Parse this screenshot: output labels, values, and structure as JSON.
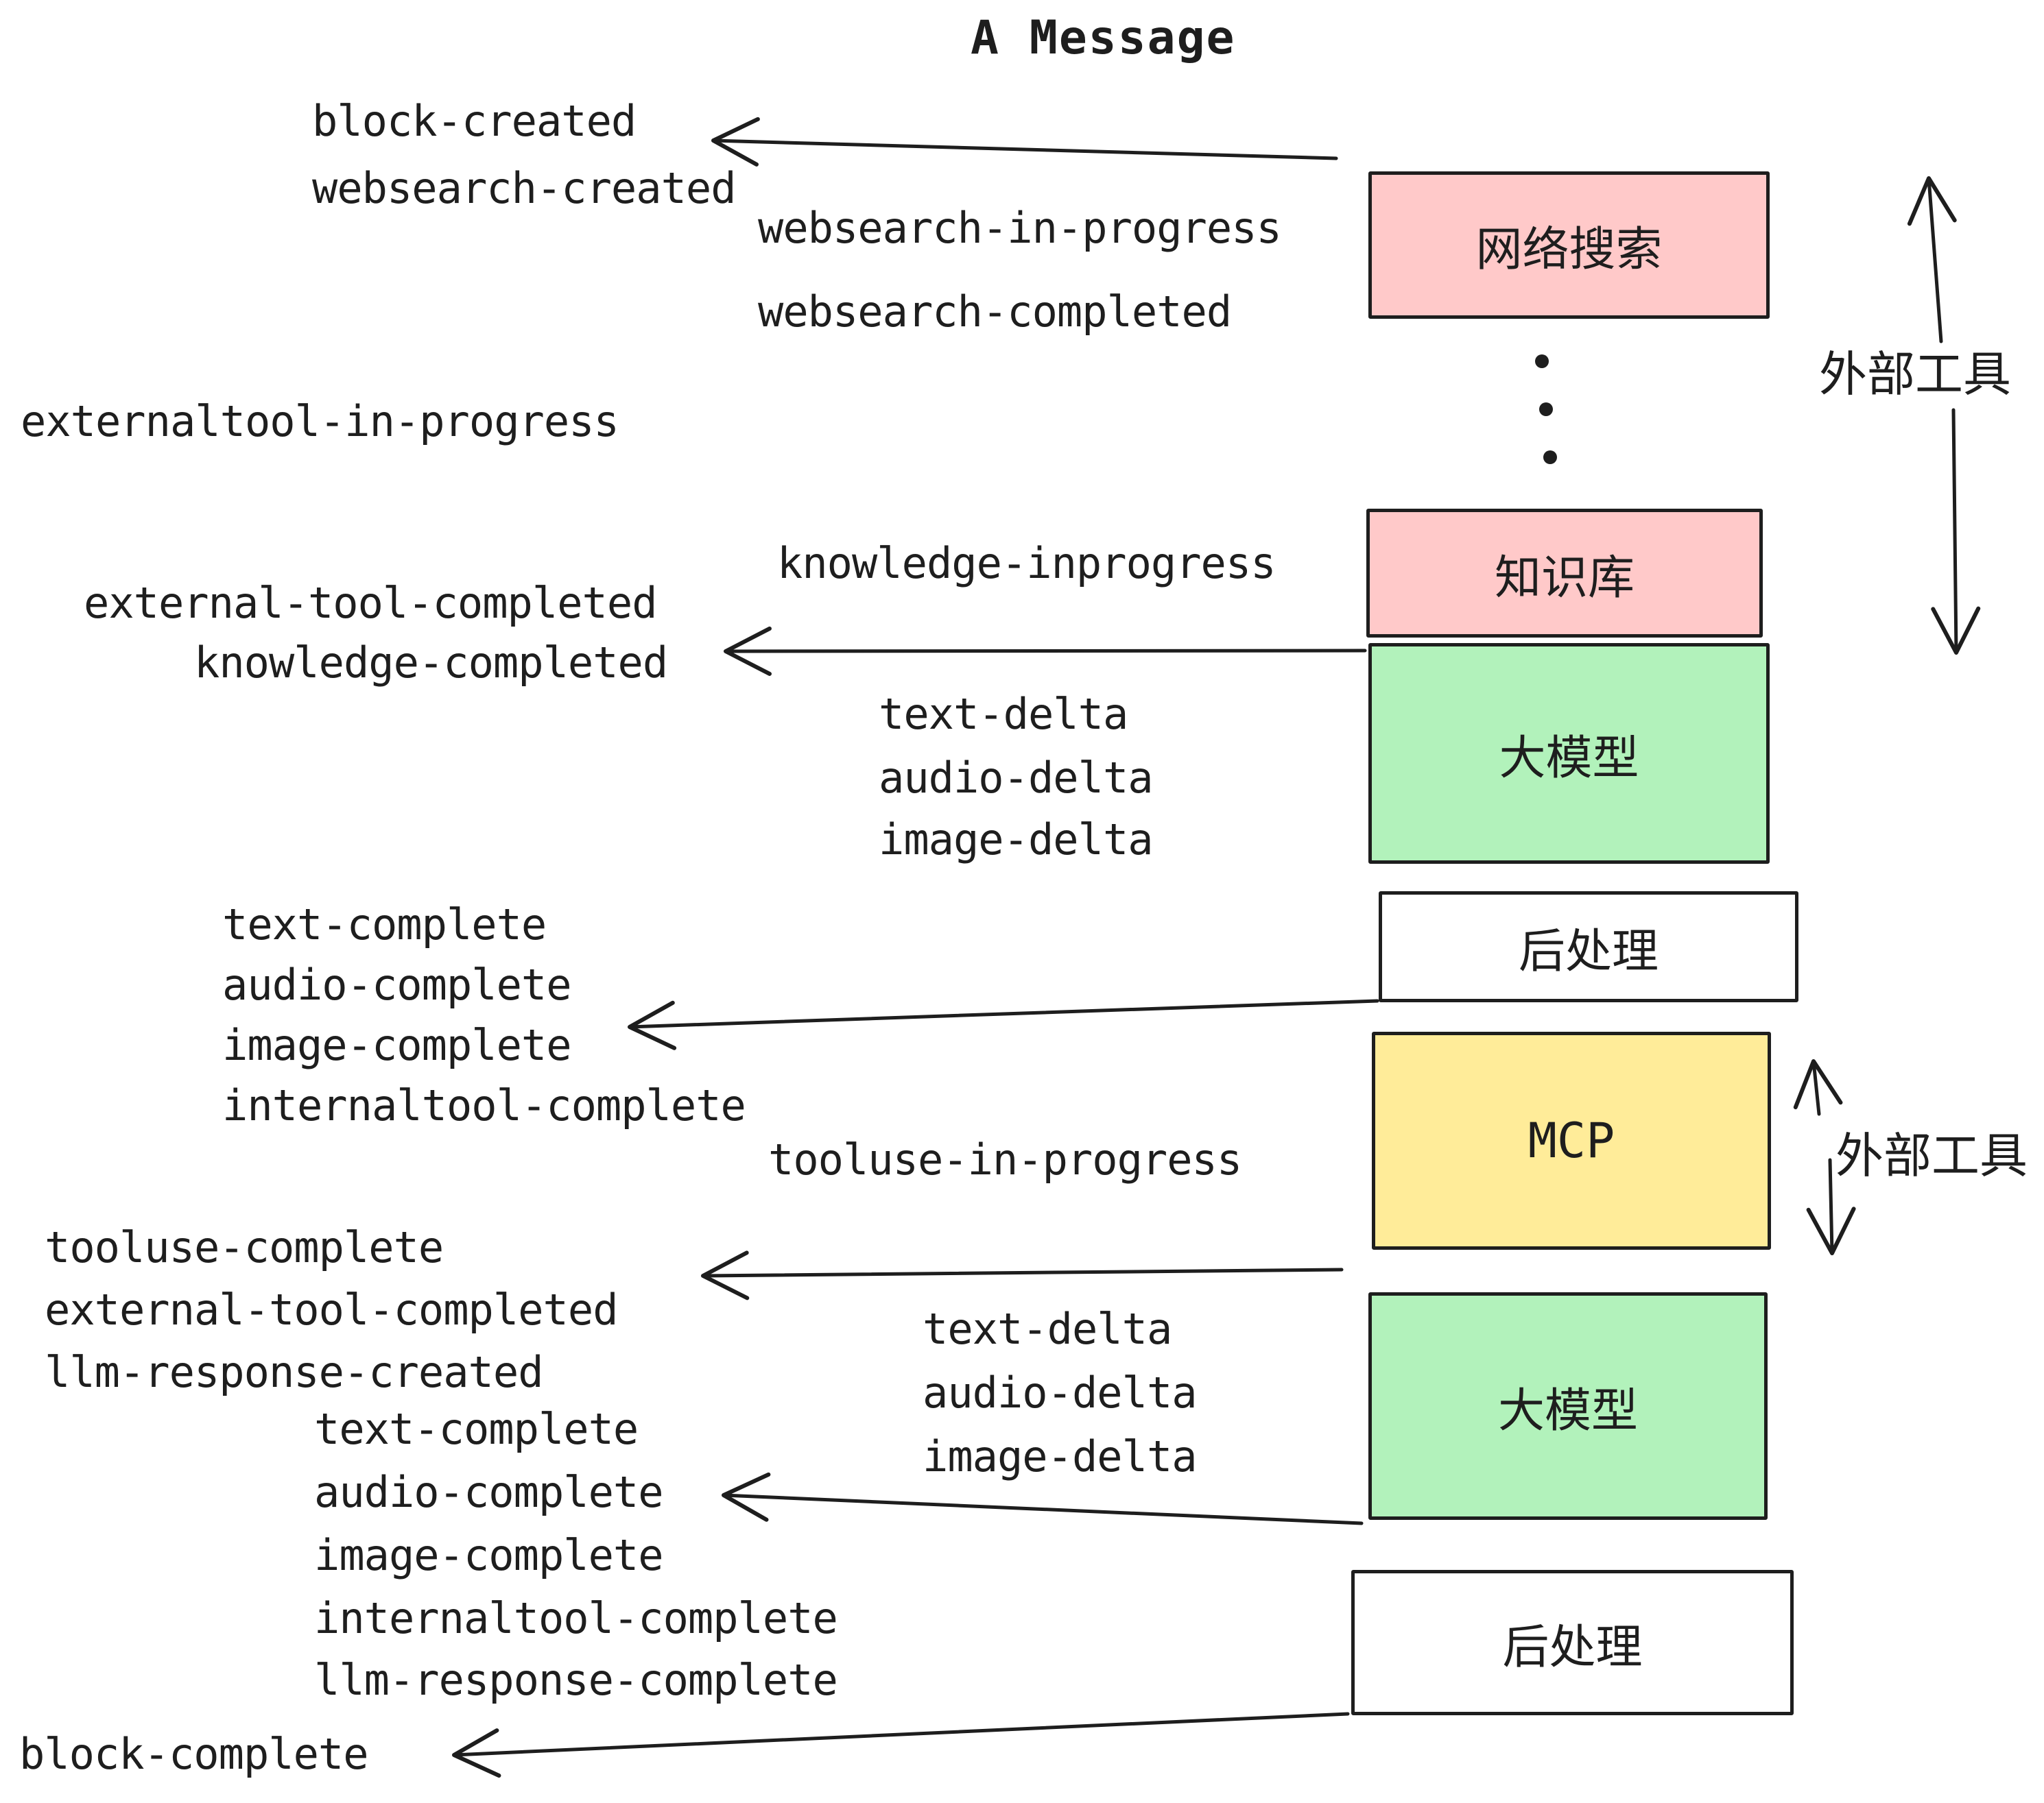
{
  "title": "A Message",
  "colors": {
    "pink": "#ffc9c9",
    "green": "#b2f2bb",
    "yellow": "#ffec99",
    "white": "#ffffff",
    "ink": "#1e1e1e"
  },
  "events": [
    {
      "text": "block-created"
    },
    {
      "text": "websearch-created"
    },
    {
      "text": "websearch-in-progress"
    },
    {
      "text": "websearch-completed"
    },
    {
      "text": "externaltool-in-progress"
    },
    {
      "text": "knowledge-inprogress"
    },
    {
      "text": "external-tool-completed"
    },
    {
      "text": "knowledge-completed"
    },
    {
      "text": "text-delta"
    },
    {
      "text": "audio-delta"
    },
    {
      "text": "image-delta"
    },
    {
      "text": "text-complete"
    },
    {
      "text": "audio-complete"
    },
    {
      "text": "image-complete"
    },
    {
      "text": "internaltool-complete"
    },
    {
      "text": "tooluse-in-progress"
    },
    {
      "text": "tooluse-complete"
    },
    {
      "text": "external-tool-completed"
    },
    {
      "text": "llm-response-created"
    },
    {
      "text": "text-delta"
    },
    {
      "text": "audio-delta"
    },
    {
      "text": "image-delta"
    },
    {
      "text": "text-complete"
    },
    {
      "text": "audio-complete"
    },
    {
      "text": "image-complete"
    },
    {
      "text": "internaltool-complete"
    },
    {
      "text": "llm-response-complete"
    },
    {
      "text": "block-complete"
    }
  ],
  "boxes": [
    {
      "label": "网络搜索",
      "color": "pink"
    },
    {
      "label": "知识库",
      "color": "pink"
    },
    {
      "label": "大模型",
      "color": "green"
    },
    {
      "label": "后处理",
      "color": "white"
    },
    {
      "label": "MCP",
      "color": "yellow"
    },
    {
      "label": "大模型",
      "color": "green"
    },
    {
      "label": "后处理",
      "color": "white"
    }
  ],
  "side_labels": [
    {
      "text": "外部工具"
    },
    {
      "text": "外部工具"
    }
  ]
}
